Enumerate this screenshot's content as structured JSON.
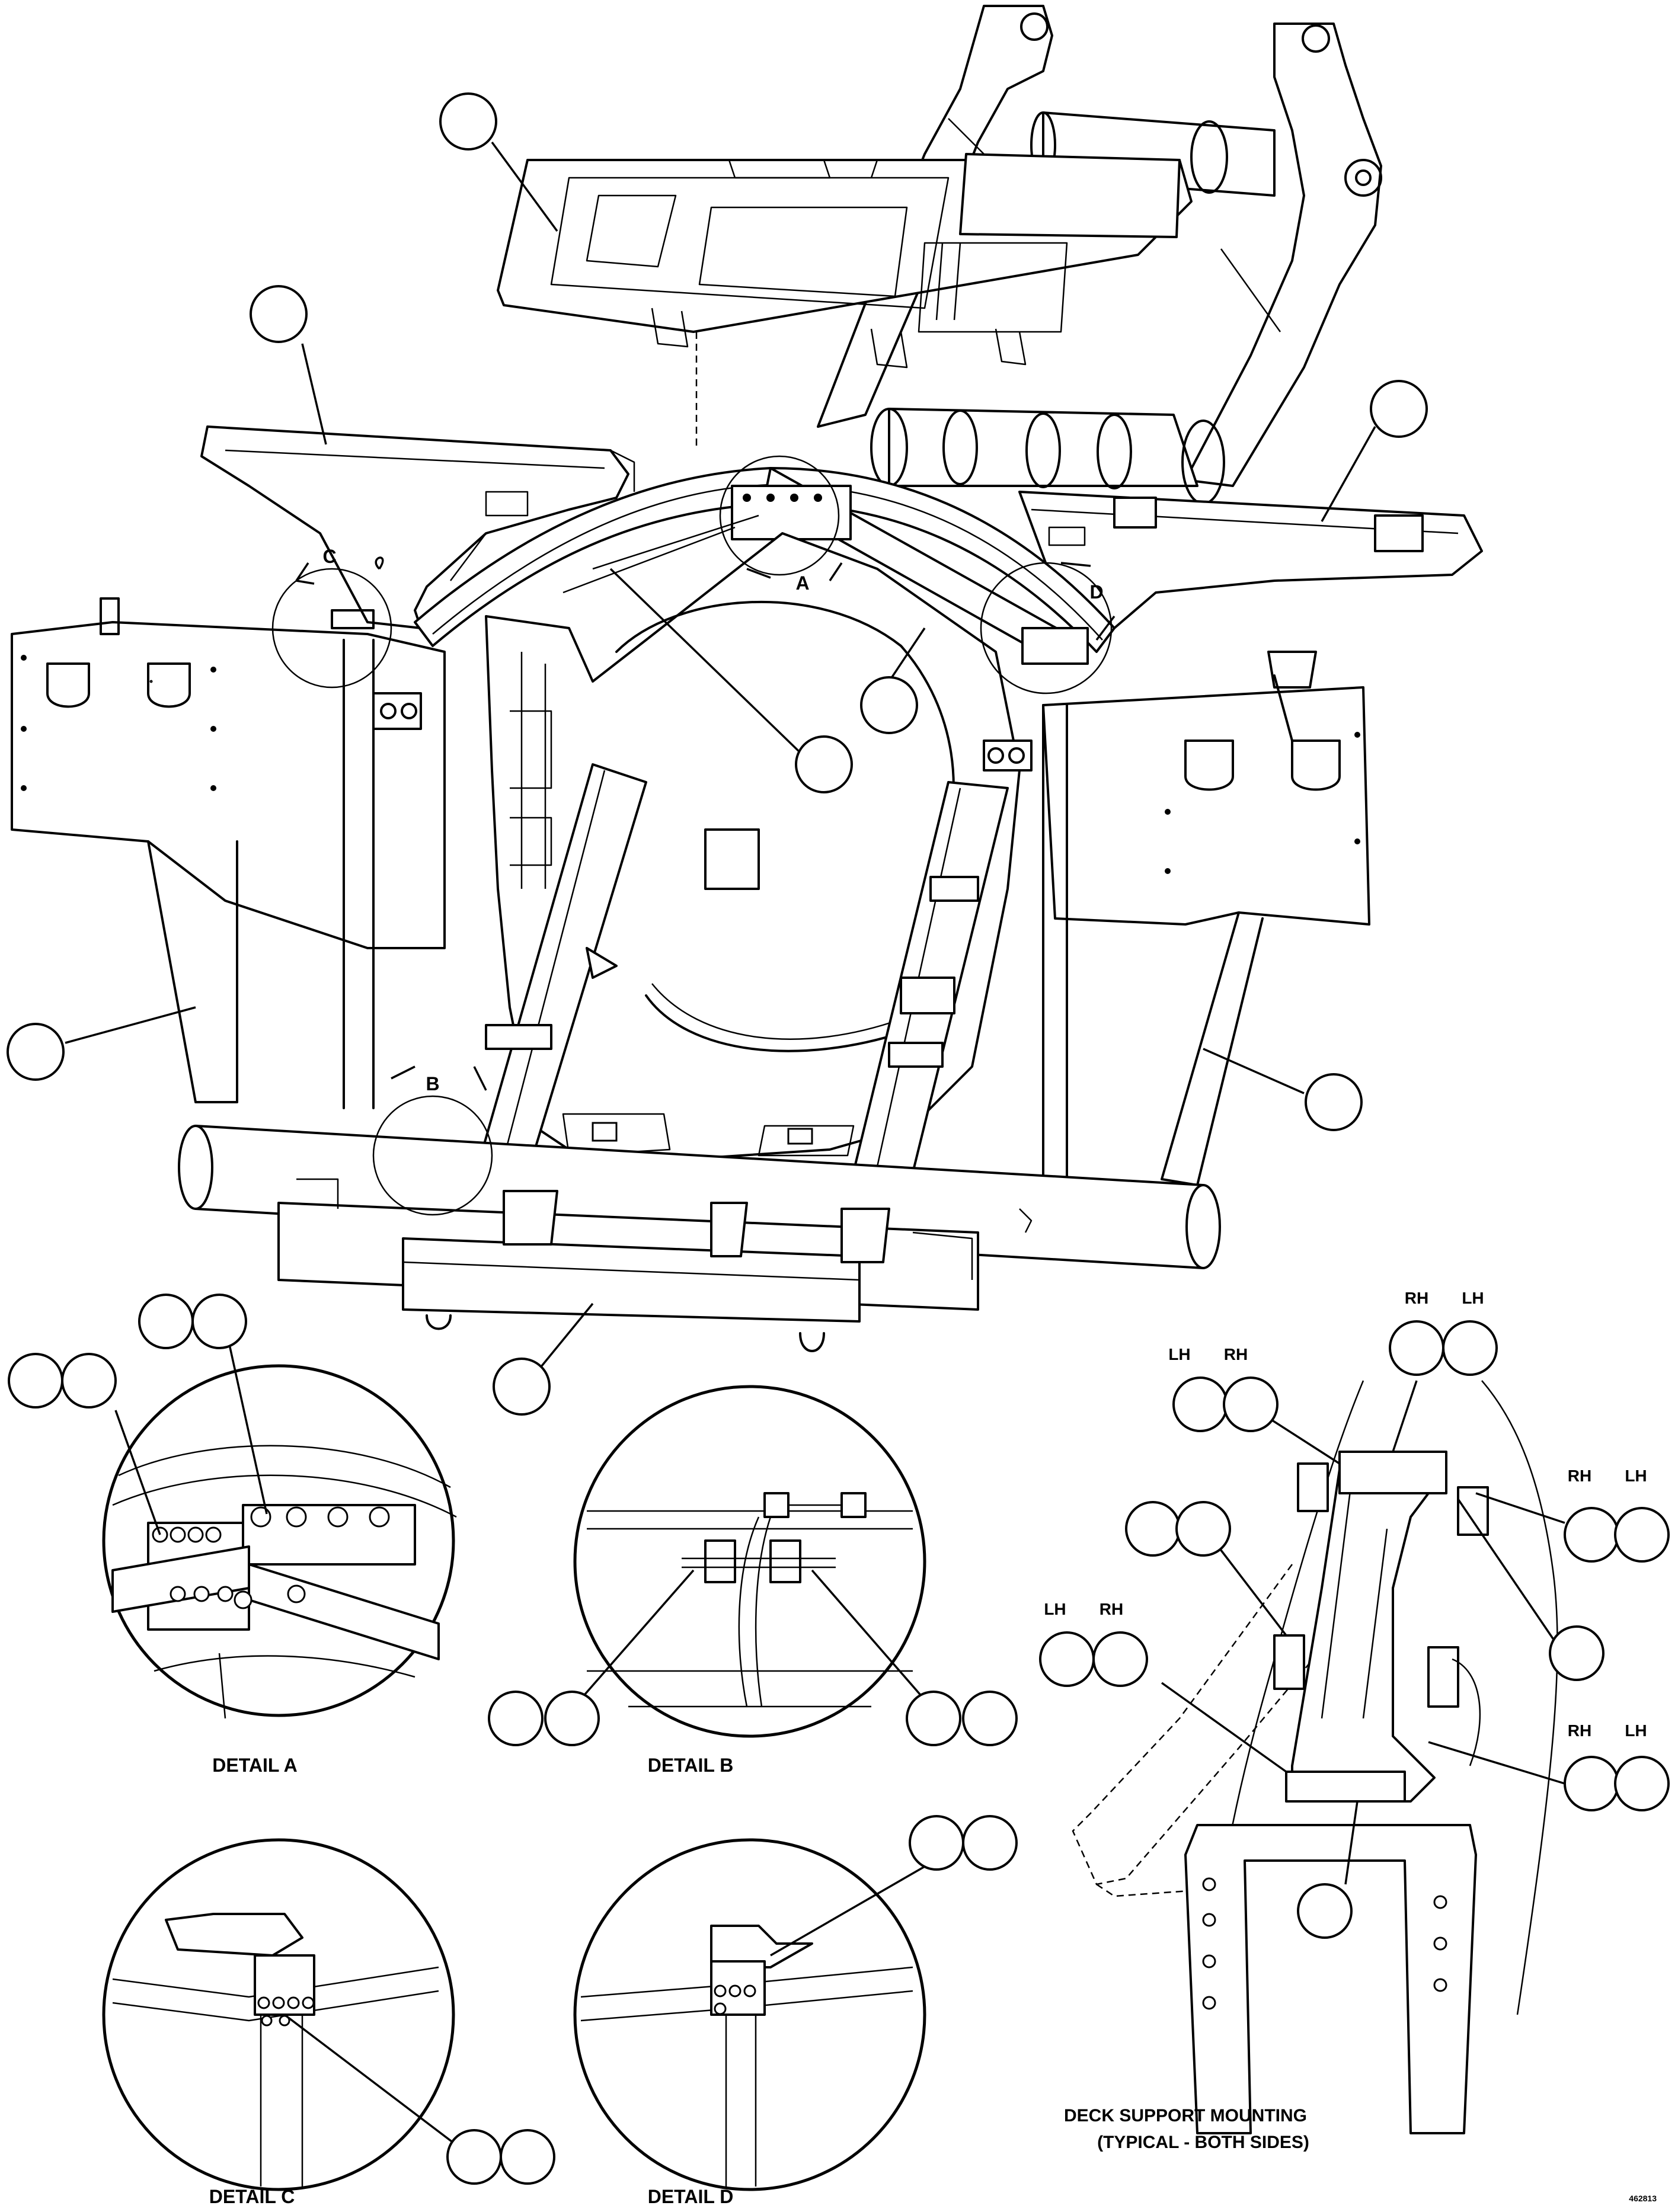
{
  "drawing": {
    "view_letters": {
      "a": "A",
      "b": "B",
      "c": "C",
      "d": "D"
    },
    "details": {
      "a": "DETAIL A",
      "b": "DETAIL B",
      "c": "DETAIL C",
      "d": "DETAIL D"
    },
    "deck_support": {
      "title": "DECK SUPPORT MOUNTING",
      "subtitle": "(TYPICAL - BOTH SIDES)"
    },
    "side_labels": {
      "rh": "RH",
      "lh": "LH"
    },
    "drawing_number": "462813"
  }
}
